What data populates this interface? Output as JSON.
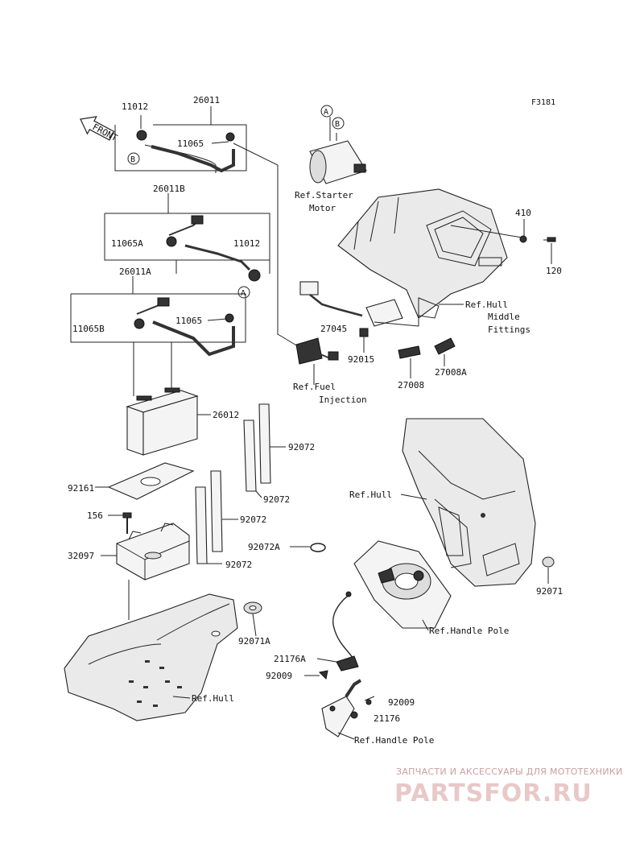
{
  "figure_code": "F3181",
  "front_arrow_label": "FRONT",
  "callouts": {
    "a": "A",
    "b": "B"
  },
  "parts": {
    "p11012_top": "11012",
    "p26011": "26011",
    "p11065_top": "11065",
    "p26011B": "26011B",
    "p11065A": "11065A",
    "p11012_mid": "11012",
    "p26011A": "26011A",
    "p11065B": "11065B",
    "p11065_mid": "11065",
    "p26012": "26012",
    "p92072_a": "92072",
    "p92072_b": "92072",
    "p92072_c": "92072",
    "p92072_d": "92072",
    "p92072A": "92072A",
    "p92161": "92161",
    "p156": "156",
    "p32097": "32097",
    "p92071A": "92071A",
    "p410": "410",
    "p120": "120",
    "p27045": "27045",
    "p92015": "92015",
    "p27008": "27008",
    "p27008A": "27008A",
    "p92071": "92071",
    "p21176A": "21176A",
    "p92009_a": "92009",
    "p92009_b": "92009",
    "p21176": "21176"
  },
  "refs": {
    "starter_1": "Ref.Starter",
    "starter_2": "Motor",
    "hull_mid_1": "Ref.Hull",
    "hull_mid_2": "Middle",
    "hull_mid_3": "Fittings",
    "fuel_1": "Ref.Fuel",
    "fuel_2": "Injection",
    "hull_right": "Ref.Hull",
    "handle_pole_1": "Ref.Handle Pole",
    "hull_bottom": "Ref.Hull",
    "handle_pole_2": "Ref.Handle Pole"
  },
  "watermark": {
    "tagline": "ЗАПЧАСТИ И АКСЕССУАРЫ ДЛЯ МОТОТЕХНИКИ",
    "brand": "PARTSFOR.RU"
  }
}
